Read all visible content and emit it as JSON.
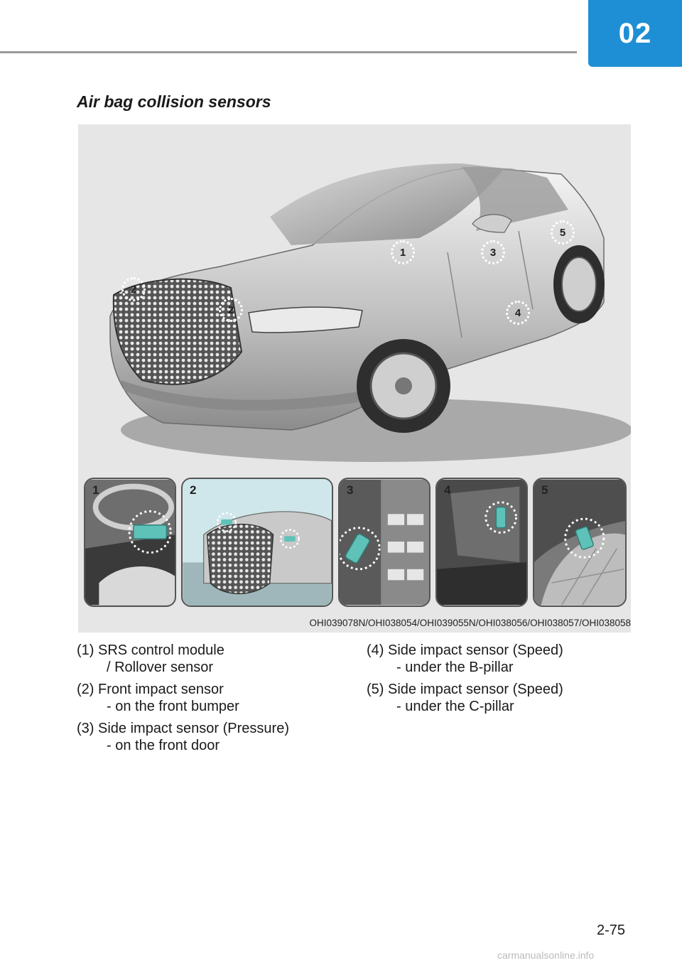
{
  "header": {
    "chapter_number": "02"
  },
  "section": {
    "title": "Air bag collision sensors"
  },
  "figure": {
    "caption": "OHI039078N/OHI038054/OHI039055N/OHI038056/OHI038057/OHI038058",
    "callouts": [
      "1",
      "2",
      "2",
      "3",
      "4",
      "5"
    ],
    "details": [
      "1",
      "2",
      "3",
      "4",
      "5"
    ]
  },
  "legend": {
    "left": [
      {
        "label": "(1) SRS control module",
        "sub": "/ Rollover sensor"
      },
      {
        "label": "(2) Front impact sensor",
        "sub": "- on the front bumper"
      },
      {
        "label": "(3) Side impact sensor (Pressure)",
        "sub": "- on the front door"
      }
    ],
    "right": [
      {
        "label": "(4) Side impact sensor (Speed)",
        "sub": "- under the B-pillar"
      },
      {
        "label": "(5) Side impact sensor (Speed)",
        "sub": "- under the C-pillar"
      }
    ]
  },
  "footer": {
    "page_number": "2-75",
    "watermark": "carmanualsonline.info"
  },
  "colors": {
    "accent": "#1e8fd5",
    "sensor": "#5fc2b8"
  }
}
